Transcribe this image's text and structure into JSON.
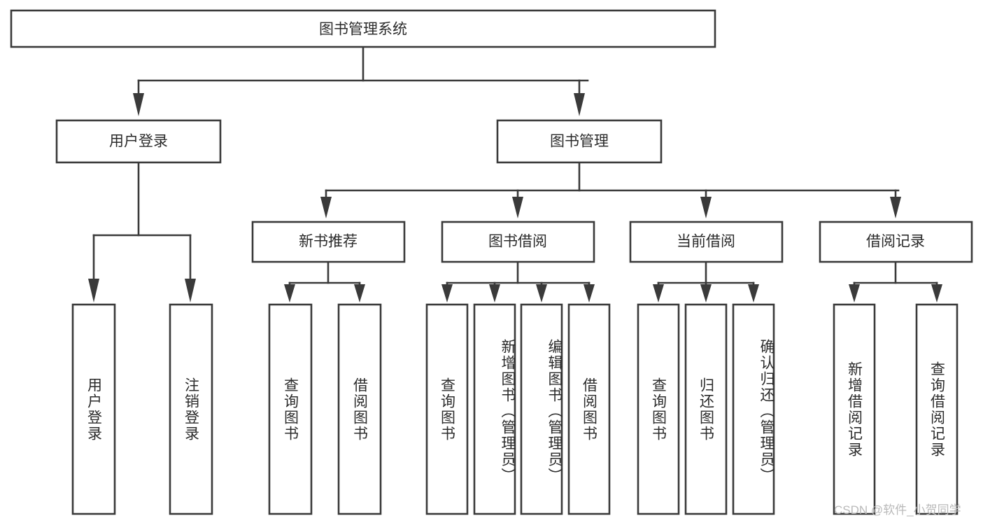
{
  "diagram": {
    "type": "tree-hierarchy",
    "title": "图书管理系统",
    "watermark": "CSDN @软件_小贺同学",
    "colors": {
      "stroke": "#3a3a3a",
      "fill": "#ffffff",
      "text": "#2b2b2b",
      "watermark": "#b9b9b9",
      "background": "#ffffff"
    },
    "levels": [
      {
        "level": 1,
        "nodes": [
          {
            "id": "root",
            "label": "图书管理系统",
            "orientation": "horizontal"
          }
        ]
      },
      {
        "level": 2,
        "nodes": [
          {
            "id": "user-login",
            "label": "用户登录",
            "orientation": "horizontal",
            "parent": "root"
          },
          {
            "id": "book-manage",
            "label": "图书管理",
            "orientation": "horizontal",
            "parent": "root"
          }
        ]
      },
      {
        "level": 3,
        "nodes": [
          {
            "id": "new-book-rec",
            "label": "新书推荐",
            "orientation": "horizontal",
            "parent": "book-manage"
          },
          {
            "id": "book-borrow",
            "label": "图书借阅",
            "orientation": "horizontal",
            "parent": "book-manage"
          },
          {
            "id": "current-borrow",
            "label": "当前借阅",
            "orientation": "horizontal",
            "parent": "book-manage"
          },
          {
            "id": "borrow-record",
            "label": "借阅记录",
            "orientation": "horizontal",
            "parent": "book-manage"
          }
        ]
      },
      {
        "level": 4,
        "nodes": [
          {
            "id": "leaf-user-login",
            "label": "用户登录",
            "orientation": "vertical",
            "parent": "user-login"
          },
          {
            "id": "leaf-logout",
            "label": "注销登录",
            "orientation": "vertical",
            "parent": "user-login"
          },
          {
            "id": "leaf-query-book-1",
            "label": "查询图书",
            "orientation": "vertical",
            "parent": "new-book-rec"
          },
          {
            "id": "leaf-borrow-book-1",
            "label": "借阅图书",
            "orientation": "vertical",
            "parent": "new-book-rec"
          },
          {
            "id": "leaf-query-book-2",
            "label": "查询图书",
            "orientation": "vertical",
            "parent": "book-borrow"
          },
          {
            "id": "leaf-add-book",
            "label": "新增图书（管理员）",
            "orientation": "vertical",
            "parent": "book-borrow"
          },
          {
            "id": "leaf-edit-book",
            "label": "编辑图书（管理员）",
            "orientation": "vertical",
            "parent": "book-borrow"
          },
          {
            "id": "leaf-borrow-book-2",
            "label": "借阅图书",
            "orientation": "vertical",
            "parent": "book-borrow"
          },
          {
            "id": "leaf-query-book-3",
            "label": "查询图书",
            "orientation": "vertical",
            "parent": "current-borrow"
          },
          {
            "id": "leaf-return-book",
            "label": "归还图书",
            "orientation": "vertical",
            "parent": "current-borrow"
          },
          {
            "id": "leaf-confirm-return",
            "label": "确认归还（管理员）",
            "orientation": "vertical",
            "parent": "current-borrow"
          },
          {
            "id": "leaf-add-record",
            "label": "新增借阅记录",
            "orientation": "vertical",
            "parent": "borrow-record"
          },
          {
            "id": "leaf-query-record",
            "label": "查询借阅记录",
            "orientation": "vertical",
            "parent": "borrow-record"
          }
        ]
      }
    ]
  }
}
